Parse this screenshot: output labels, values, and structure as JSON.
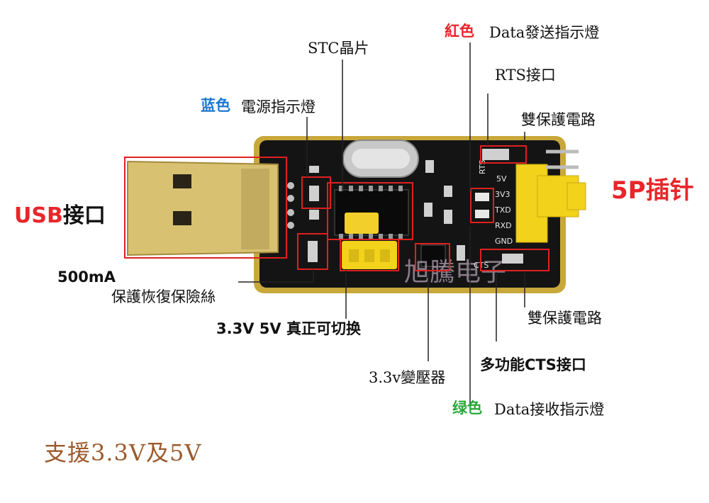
{
  "labels": {
    "stc_chip": "STC晶片",
    "red_word": "紅色",
    "data_send_led": "Data發送指示燈",
    "rts_port": "RTS接口",
    "blue_word": "蓝色",
    "power_led": "電源指示燈",
    "protect_circuit_top": "雙保護電路",
    "pin_5p": "5P插针",
    "usb_prefix": "USB",
    "usb_suffix": "接口",
    "current_500ma": "500mA",
    "fuse": "保護恢復保險絲",
    "switch_33_5": "3.3V 5V 真正可切换",
    "protect_circuit_bottom": "雙保護電路",
    "cts_port": "多功能CTS接口",
    "regulator": "3.3v變壓器",
    "green_word": "绿色",
    "data_recv_led": "Data接收指示燈",
    "support": "支援3.3V及5V"
  },
  "board": {
    "pin_labels": [
      "5V",
      "3V3",
      "TXD",
      "RXD",
      "GND"
    ],
    "rts_silk": "RTS",
    "cts_silk": "CTS",
    "watermark": "旭騰电子"
  },
  "colors": {
    "red": "#e8262a",
    "blue": "#1a78d4",
    "green": "#2aa83a",
    "highlight_box": "#e02020",
    "board": "#141414",
    "usb_gold": "#d8c171",
    "header_yellow": "#f2d21a",
    "support_text": "#9c5a2c"
  }
}
